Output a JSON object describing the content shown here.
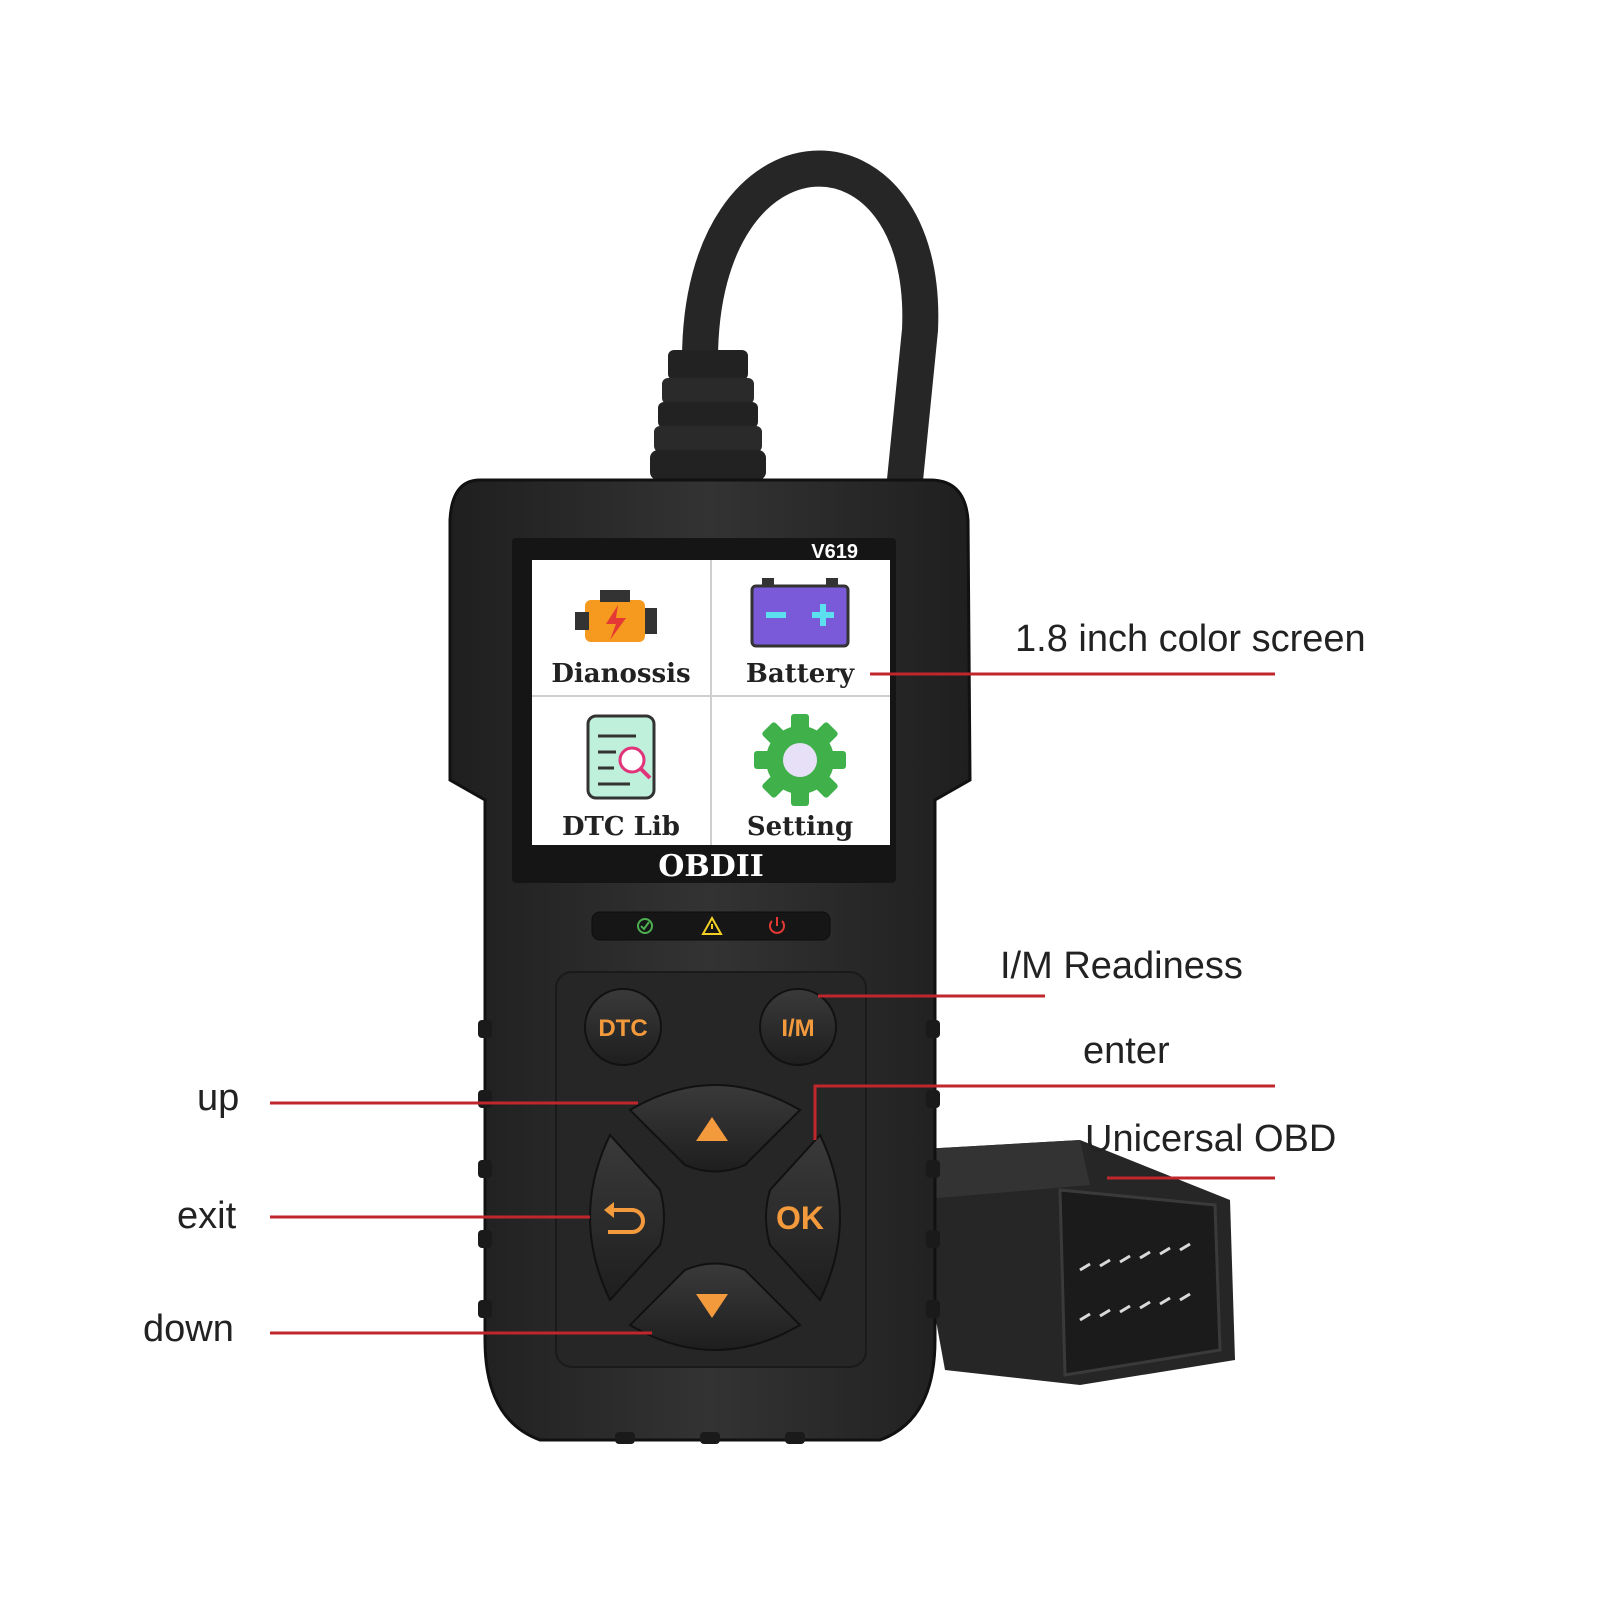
{
  "device": {
    "model": "V619",
    "brand_text": "OBDII"
  },
  "screen": {
    "menu": [
      {
        "label": "Dianossis",
        "icon": "engine-warning-icon"
      },
      {
        "label": "Battery",
        "icon": "battery-icon"
      },
      {
        "label": "DTC Lib",
        "icon": "document-search-icon"
      },
      {
        "label": "Setting",
        "icon": "gear-icon"
      }
    ]
  },
  "indicators": [
    {
      "icon": "check-circle-icon",
      "color": "#4caf50"
    },
    {
      "icon": "warning-triangle-icon",
      "color": "#f2d024"
    },
    {
      "icon": "power-icon",
      "color": "#e53935"
    }
  ],
  "buttons": {
    "dtc": "DTC",
    "im": "I/M",
    "ok": "OK",
    "up_icon": "arrow-up-icon",
    "down_icon": "arrow-down-icon",
    "exit_icon": "return-icon"
  },
  "callouts": {
    "screen": "1.8 inch color screen",
    "im_readiness": "I/M Readiness",
    "enter": "enter",
    "universal_obd": "Unicersal OBD",
    "up": "up",
    "exit": "exit",
    "down": "down"
  },
  "colors": {
    "leader_line": "#c0272d",
    "button_text": "#f39a3d",
    "device_body": "#2b2b2b"
  }
}
